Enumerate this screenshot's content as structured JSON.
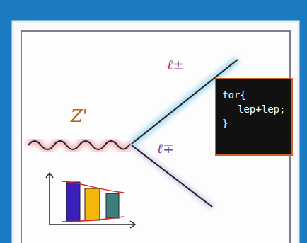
{
  "diagram": {
    "nodes": [
      {
        "text": [
          "for{",
          "lep+lep;",
          "}"
        ]
      }
    ],
    "labels": [
      "Z'",
      "ℓ±",
      "ℓ∓"
    ]
  }
}
